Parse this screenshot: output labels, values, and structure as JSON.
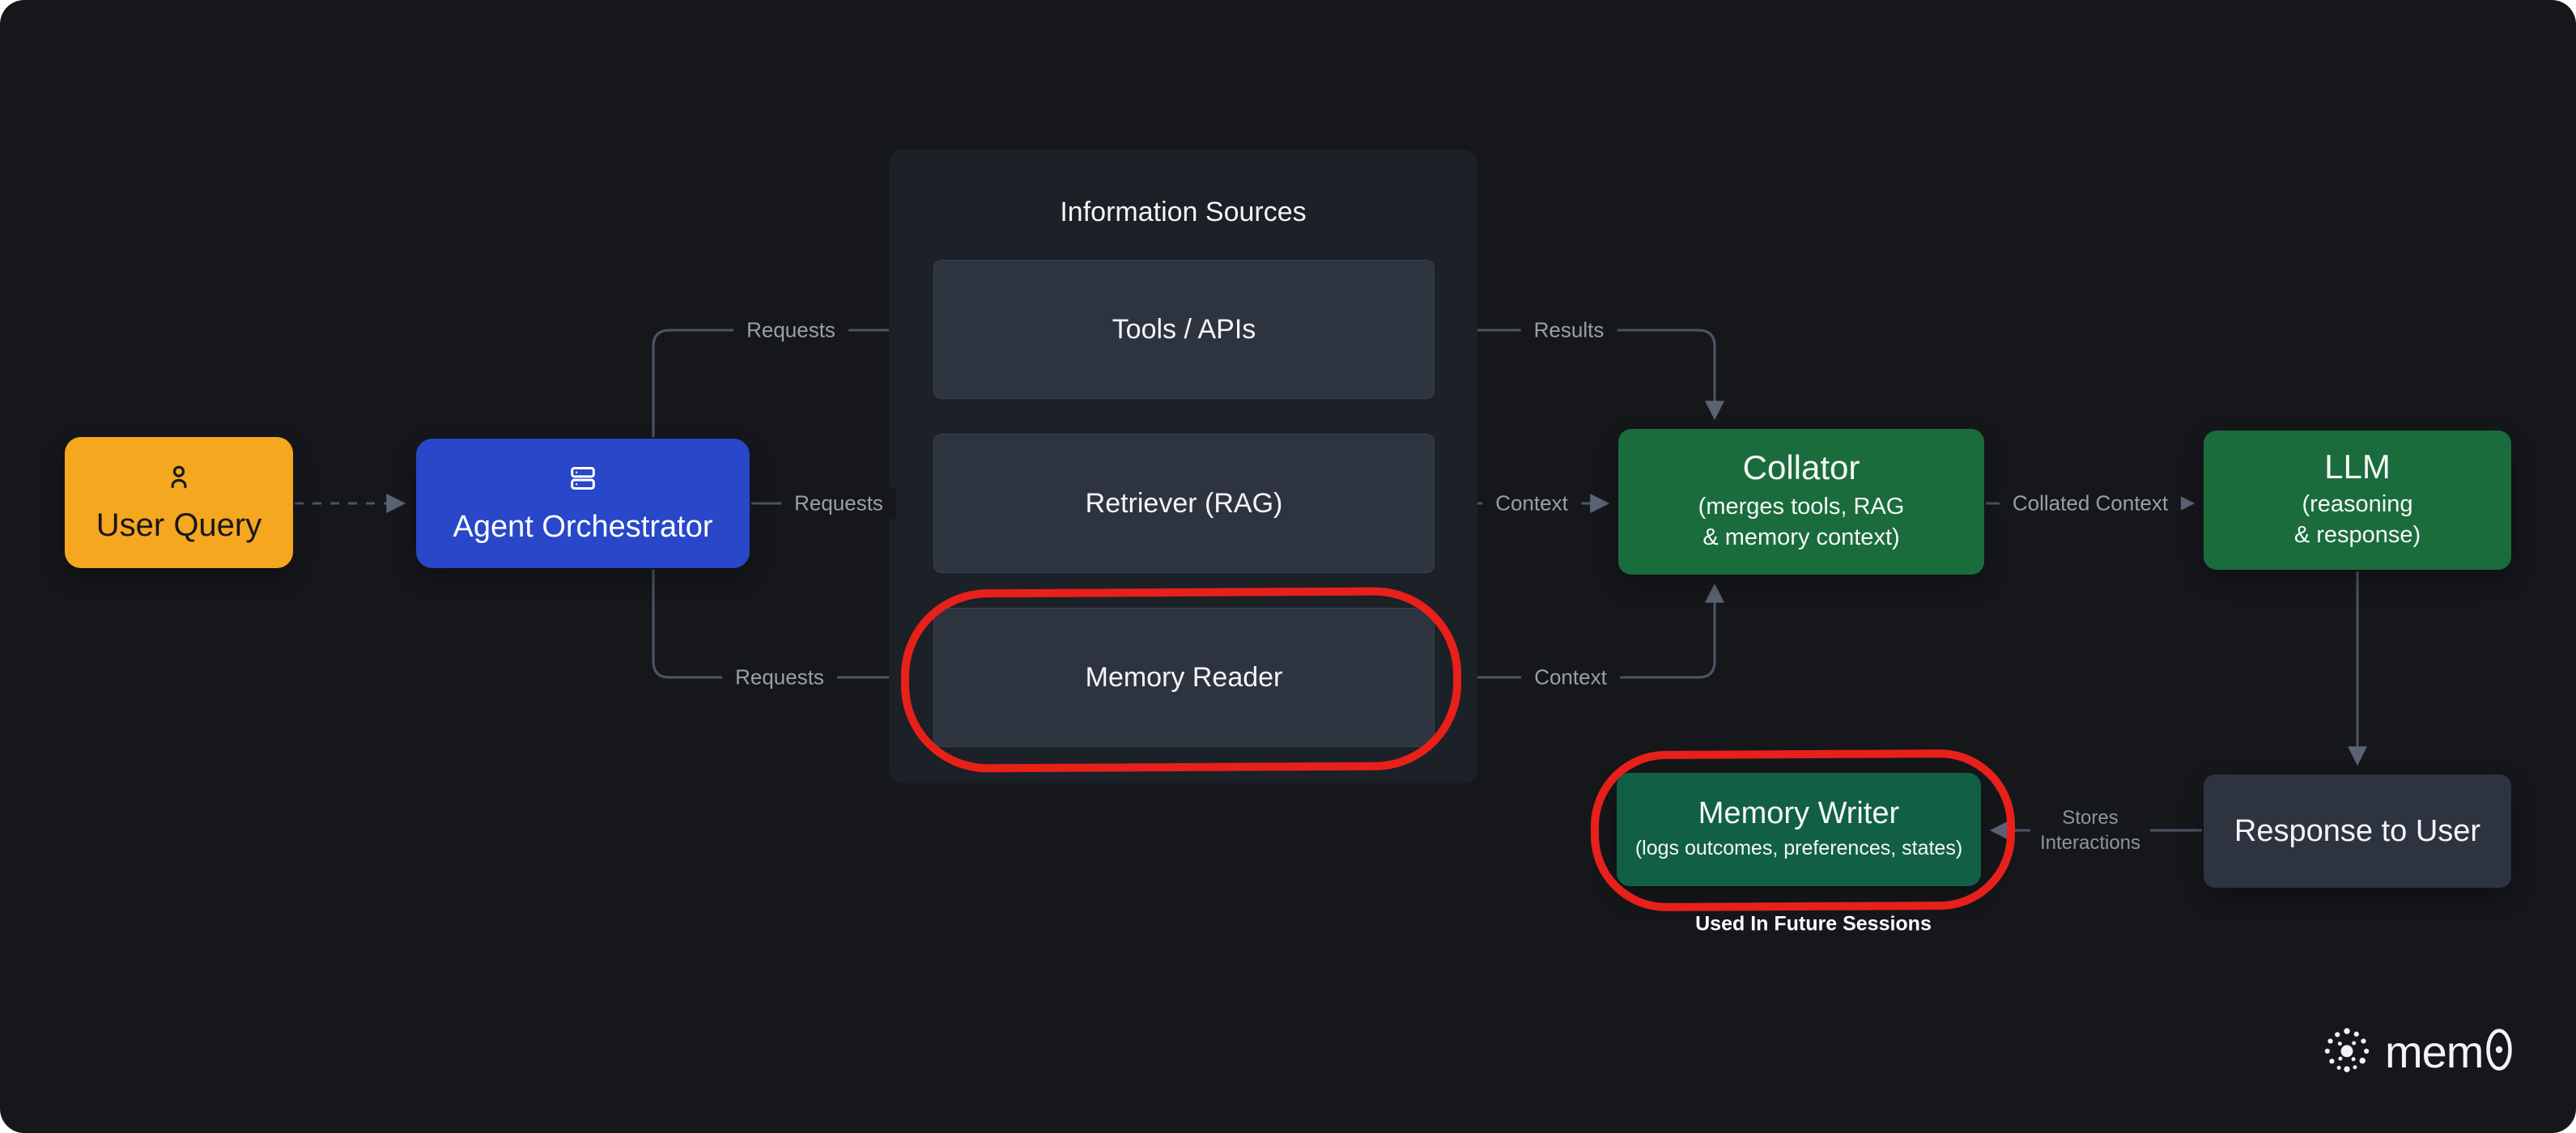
{
  "colors": {
    "background": "#15171B",
    "panel_background": "#1C2027",
    "slate_box": "#2D3440",
    "user_query_orange": "#F5A71F",
    "orchestrator_blue": "#2847C9",
    "collator_llm_green": "#1A6C3D",
    "memory_writer_green": "#116045",
    "connector_gray": "#4D5564",
    "edge_label_gray": "#98A0AB",
    "annotation_red": "#E8201A"
  },
  "nodes": {
    "user_query": {
      "label": "User Query",
      "icon": "person-icon"
    },
    "agent_orchestrator": {
      "label": "Agent Orchestrator",
      "icon": "server-stack-icon"
    },
    "information_sources": {
      "title": "Information Sources",
      "items": [
        {
          "label": "Tools / APIs"
        },
        {
          "label": "Retriever (RAG)"
        },
        {
          "label": "Memory Reader",
          "annotated": "red-circle"
        }
      ]
    },
    "collator": {
      "title": "Collator",
      "subtitle_line1": "(merges tools, RAG",
      "subtitle_line2": "& memory context)"
    },
    "llm": {
      "title": "LLM",
      "subtitle_line1": "(reasoning",
      "subtitle_line2": "& response)"
    },
    "memory_writer": {
      "title": "Memory Writer",
      "subtitle": "(logs outcomes, preferences, states)",
      "annotated": "red-circle"
    },
    "response_to_user": {
      "label": "Response to User"
    }
  },
  "edges": {
    "orchestrator_to_tools": {
      "label": "Requests"
    },
    "orchestrator_to_retriever": {
      "label": "Requests"
    },
    "orchestrator_to_memory_reader": {
      "label": "Requests"
    },
    "tools_to_collator": {
      "label": "Results"
    },
    "retriever_to_collator": {
      "label": "Context"
    },
    "memory_reader_to_collator": {
      "label": "Context"
    },
    "collator_to_llm": {
      "label": "Collated Context"
    },
    "response_to_memory_writer": {
      "label": "Stores\nInteractions"
    }
  },
  "annotations": {
    "used_in_future_sessions": "Used In Future Sessions"
  },
  "brand": {
    "name": "mem0",
    "wordmark_prefix": "mem",
    "icon": "mem0-burst-icon"
  }
}
